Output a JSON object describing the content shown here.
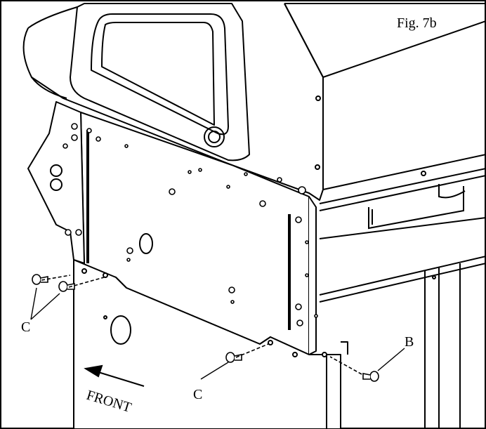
{
  "figure_label": "Fig. 7b",
  "callouts": {
    "c_left": "C",
    "c_bottom": "C",
    "b_right": "B"
  },
  "direction": {
    "front_label": "FRONT"
  },
  "colors": {
    "line": "#000000",
    "background": "#ffffff",
    "shade": "#bfbfbf"
  }
}
